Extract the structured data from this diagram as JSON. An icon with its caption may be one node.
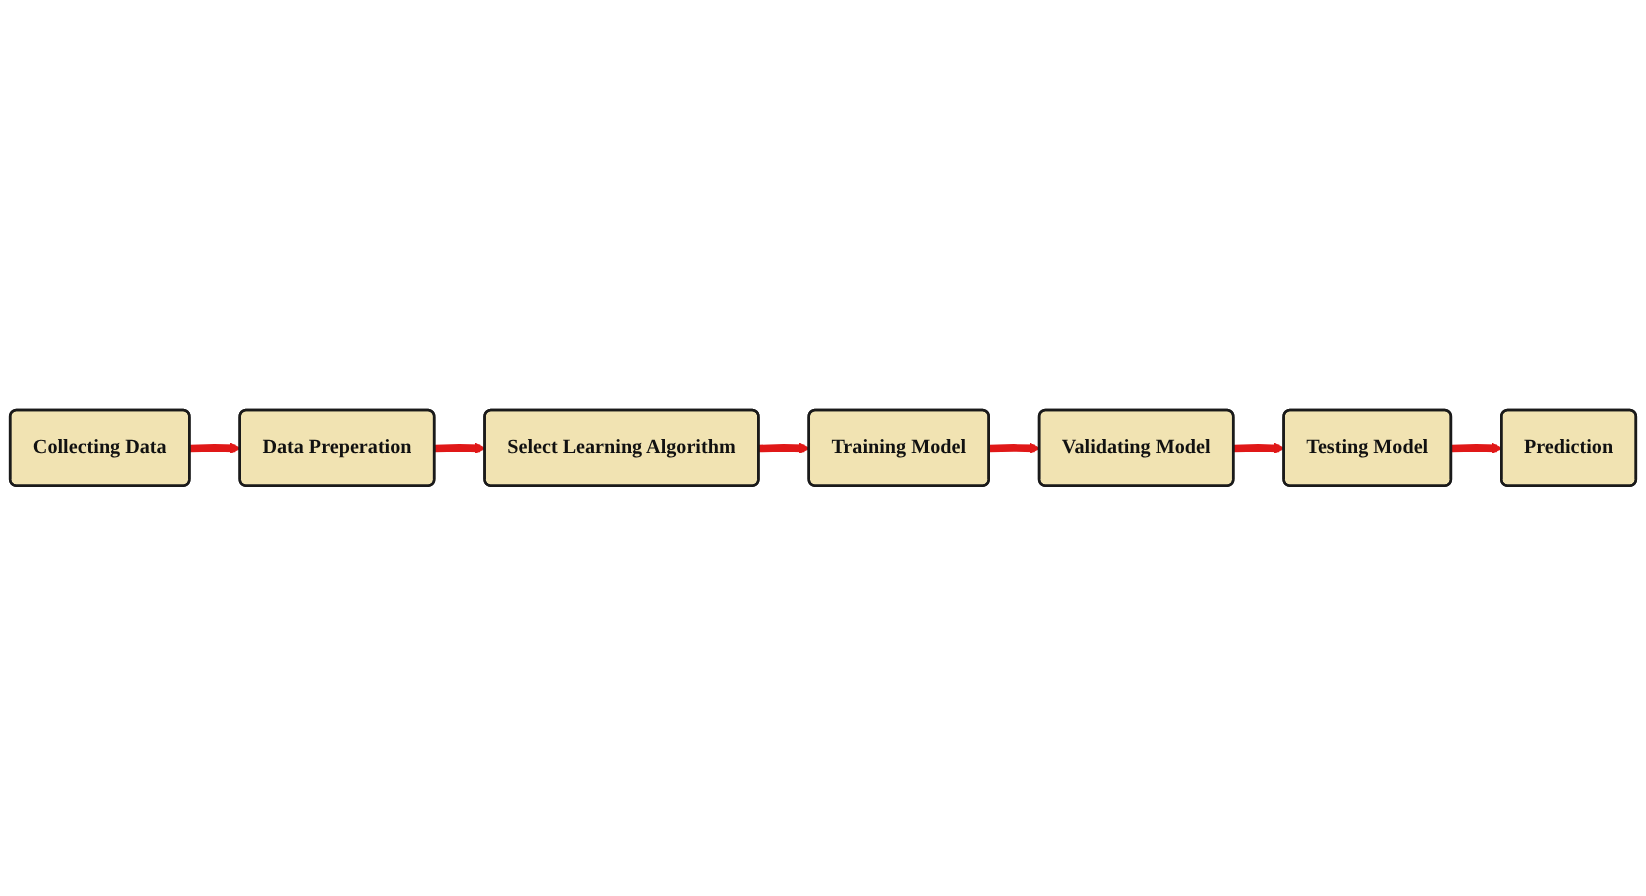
{
  "diagram": {
    "nodes": [
      {
        "text": [
          "Collecting Data"
        ]
      },
      {
        "text": [
          "Data Preperation"
        ]
      },
      {
        "text": [
          "Select Learning Algorithm"
        ]
      },
      {
        "text": [
          "Training Model"
        ]
      },
      {
        "text": [
          "Validating Model"
        ]
      },
      {
        "text": [
          "Testing Model"
        ]
      },
      {
        "text": [
          "Prediction"
        ]
      }
    ],
    "edges": [
      {
        "from": 0,
        "to": 1,
        "arrow": "to"
      },
      {
        "from": 1,
        "to": 2,
        "arrow": "to"
      },
      {
        "from": 2,
        "to": 3,
        "arrow": "to"
      },
      {
        "from": 3,
        "to": 4,
        "arrow": "to"
      },
      {
        "from": 4,
        "to": 5,
        "arrow": "to"
      },
      {
        "from": 5,
        "to": 6,
        "arrow": "to"
      }
    ]
  }
}
